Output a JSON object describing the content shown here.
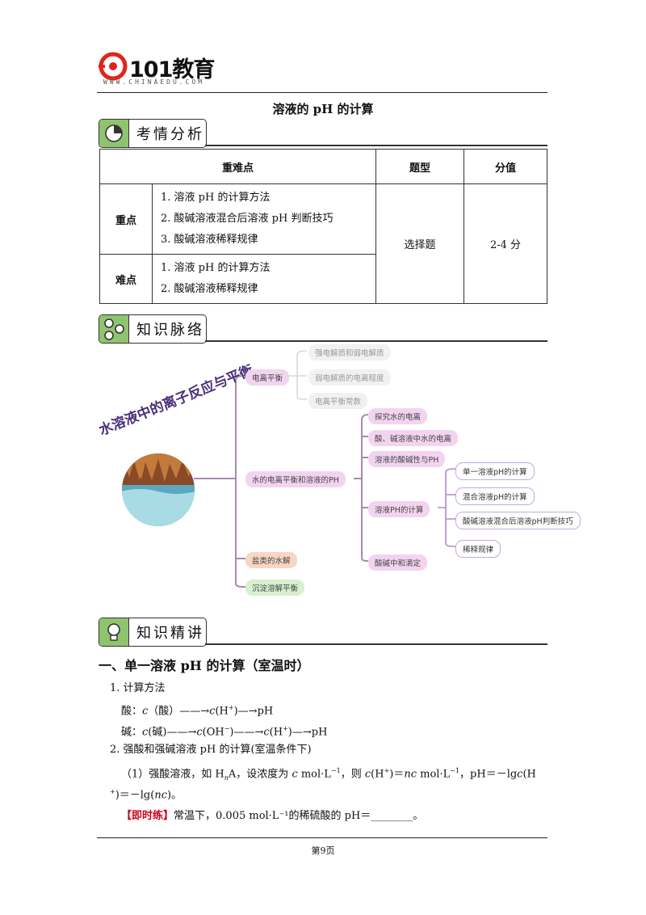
{
  "header": {
    "logo_text": "101教育",
    "logo_sub": "WWW.CHINAEDU.COM"
  },
  "doc_title": "溶液的 pH 的计算",
  "sections": {
    "analysis": "考情分析",
    "context": "知识脉络",
    "explain": "知识精讲"
  },
  "table": {
    "headers": [
      "重难点",
      "题型",
      "分值"
    ],
    "rows": [
      {
        "label": "重点",
        "items": [
          "1.  溶液 pH 的计算方法",
          "2.  酸碱溶液混合后溶液 pH 判断技巧",
          "3.  酸碱溶液稀释规律"
        ]
      },
      {
        "label": "难点",
        "items": [
          "1.  溶液 pH 的计算方法",
          "2.  酸碱溶液稀释规律"
        ]
      }
    ],
    "type": "选择题",
    "score": "2-4 分"
  },
  "mindmap": {
    "center": "水溶液中的离子反应与平衡",
    "l1": [
      "电离平衡",
      "水的电离平衡和溶液的PH",
      "盐类的水解",
      "沉淀溶解平衡"
    ],
    "l2_ionization": [
      "强电解质和弱电解质",
      "弱电解质的电离程度",
      "电离平衡常数"
    ],
    "l2_water": [
      "探究水的电离",
      "酸、碱溶液中水的电离",
      "溶液的酸碱性与PH",
      "溶液PH的计算",
      "酸碱中和滴定"
    ],
    "l3_ph": [
      "单一溶液pH的计算",
      "混合溶液pH的计算",
      "酸碱溶液混合后溶液pH判断技巧",
      "稀释规律"
    ]
  },
  "body": {
    "heading": "一、单一溶液 pH 的计算（室温时）",
    "item1": "1.  计算方法",
    "item2": "2.  强酸和强碱溶液 pH 的计算(室温条件下)",
    "exercise_tag": "【即时练】",
    "exercise_text": "常温下，0.005 mol·L⁻¹的稀硫酸的 pH＝________。"
  },
  "footer": "第9页"
}
